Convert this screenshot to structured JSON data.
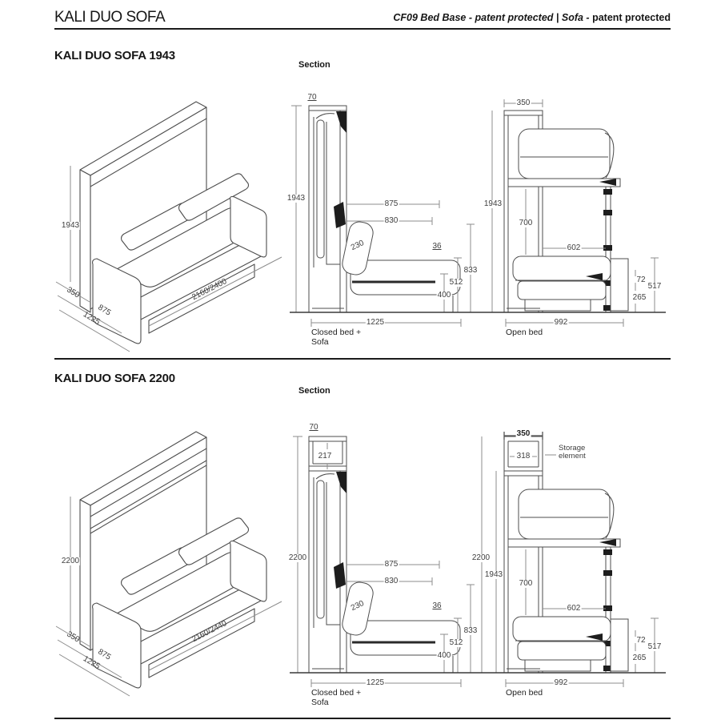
{
  "header": {
    "title": "KALI DUO SOFA",
    "subtitle_italic": "CF09 Bed Base - patent protected | Sofa - ",
    "subtitle_bold": "patent protected"
  },
  "s1": {
    "title": "KALI DUO SOFA 1943",
    "section_label": "Section",
    "iso": {
      "height": "1943",
      "depth_back": "350",
      "depth_sofa": "875",
      "depth_total": "1225",
      "width": "2160/2400"
    },
    "closed": {
      "top_depth": "70",
      "height": "1943",
      "bed_width": "875",
      "mattress_width": "830",
      "cushion": "230",
      "gap": "36",
      "h_total": "833",
      "h_back": "512",
      "h_seat": "400",
      "width": "1225",
      "caption_line1": "Closed bed +",
      "caption_line2": "Sofa"
    },
    "open": {
      "top_depth": "350",
      "height": "1943",
      "clearance": "700",
      "inner_width": "602",
      "frame": "72",
      "h_platform": "517",
      "h_base": "265",
      "width": "992",
      "caption": "Open bed"
    }
  },
  "s2": {
    "title": "KALI DUO SOFA 2200",
    "section_label": "Section",
    "iso": {
      "height": "2200",
      "depth_back": "350",
      "depth_sofa": "875",
      "depth_total": "1225",
      "width": "2160/2440"
    },
    "closed": {
      "top_depth": "70",
      "storage_height": "217",
      "height": "2200",
      "bed_width": "875",
      "mattress_width": "830",
      "cushion": "230",
      "gap": "36",
      "h_total": "833",
      "h_back": "512",
      "h_seat": "400",
      "width": "1225",
      "caption_line1": "Closed bed +",
      "caption_line2": "Sofa"
    },
    "open": {
      "top_depth": "350",
      "storage_width": "318",
      "storage_label_line1": "Storage",
      "storage_label_line2": "element",
      "height": "2200",
      "height_bed": "1943",
      "clearance": "700",
      "inner_width": "602",
      "frame": "72",
      "h_platform": "517",
      "h_base": "265",
      "width": "992",
      "caption": "Open bed"
    }
  }
}
